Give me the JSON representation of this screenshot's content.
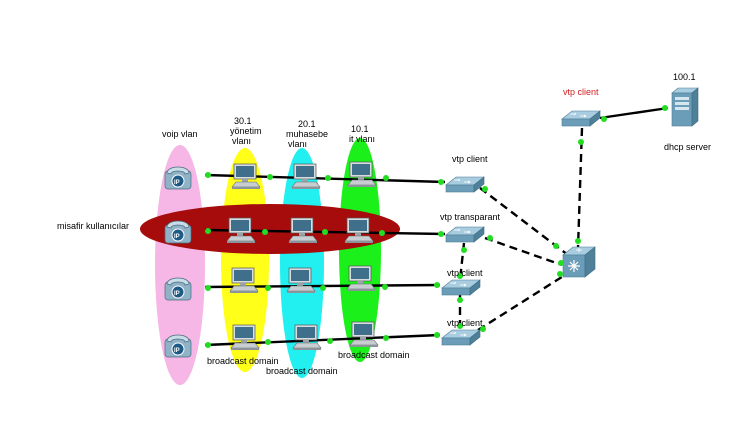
{
  "colors": {
    "voip_vlan": "#f6b6e6",
    "yonetim_vlan": "#ffff1a",
    "muhasebe_vlan": "#22f0f0",
    "it_vlan": "#1bf01b",
    "misafir": "#a60c0c",
    "link_dot": "#22dd22",
    "device": "#7aa9c4",
    "red_text": "#d21f1f"
  },
  "vlans": {
    "voip": {
      "label": "voip vlan"
    },
    "yonetim": {
      "line1": "30.1",
      "line2": "yönetim",
      "line3": "vlanı"
    },
    "muhasebe": {
      "line1": "20.1",
      "line2": "muhasebe",
      "line3": "vlanı"
    },
    "it": {
      "line1": "10.1",
      "line2": "it vlanı"
    }
  },
  "misafir_label": "misafir kullanıcılar",
  "switches": {
    "s1": {
      "label": "vtp client"
    },
    "s2": {
      "label": "vtp transparant"
    },
    "s3": {
      "label": "vtp client"
    },
    "s4": {
      "label": "vtp client"
    },
    "top": {
      "label": "vtp client"
    }
  },
  "server": {
    "ip": "100.1",
    "label": "dhcp server"
  },
  "broadcast_labels": [
    "broadcast domain",
    "broadcast domain",
    "broadcast domain"
  ],
  "icons": {
    "ip_phone": "ip-phone-icon",
    "pc": "pc-icon",
    "switch": "switch-icon",
    "multilayer_switch": "multilayer-switch-icon",
    "server": "server-icon"
  },
  "phone_badge": "IP"
}
